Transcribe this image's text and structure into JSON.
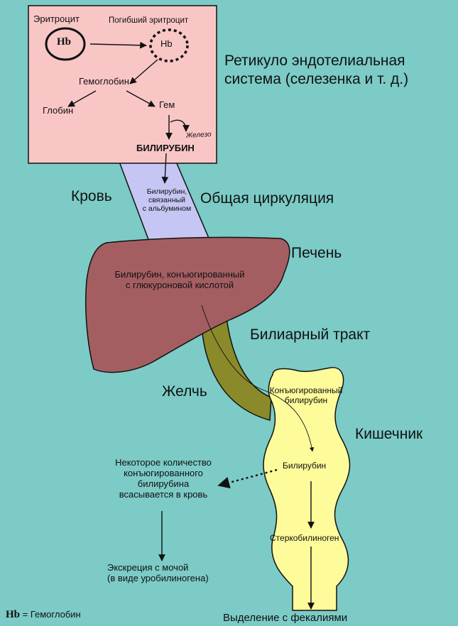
{
  "spleen_box": {
    "erythrocyte": "Эритроцит",
    "dead_erythrocyte": "Погибший эритроцит",
    "hb": "Hb",
    "hb_dead": "Hb",
    "hemoglobin": "Гемоглобин",
    "globin": "Глобин",
    "heme": "Гем",
    "iron": "Железо",
    "bilirubin": "БИЛИРУБИН"
  },
  "res_label": {
    "line1": "Ретикуло эндотелиальная",
    "line2": "система (селезенка и т. д.)"
  },
  "blood": {
    "label": "Кровь",
    "circulation": "Общая циркуляция",
    "bound_line1": "Билирубин,",
    "bound_line2": "связанный",
    "bound_line3": "с альбумином"
  },
  "liver": {
    "label": "Печень",
    "conj_line1": "Билирубин, конъюгированный",
    "conj_line2": "с глюкуроновой кислотой"
  },
  "biliary": {
    "label": "Билиарный тракт",
    "bile": "Желчь"
  },
  "intestine": {
    "label": "Кишечник",
    "conj_line1": "Конъюгированный",
    "conj_line2": "билирубин",
    "bilirubin": "Билирубин",
    "stercobilinogen": "Стеркобилиноген",
    "feces": "Выделение с фекалиями"
  },
  "reabsorb": {
    "line1": "Некоторое количество",
    "line2": "конъюгированного",
    "line3": "билирубина",
    "line4": "всасывается в кровь"
  },
  "urine": {
    "line1": "Экскреция с мочой",
    "line2": "(в виде уробилиногена)"
  },
  "legend": {
    "symbol": "Hb",
    "text": "= Гемоглобин"
  },
  "colors": {
    "background": "#7ccbc6",
    "spleen_box": "#f9c6c6",
    "blood_vessel": "#c6c6f4",
    "liver": "#a45e62",
    "bile_duct": "#8a8a2a",
    "intestine": "#fdfb9a"
  }
}
